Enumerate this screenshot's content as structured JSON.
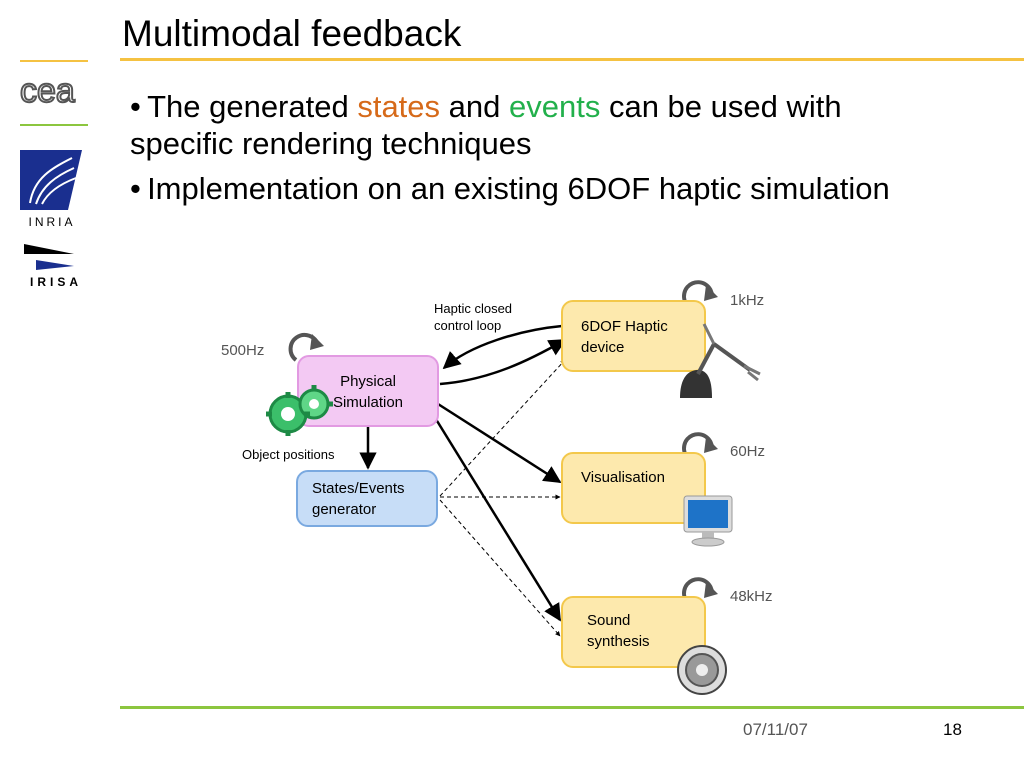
{
  "slide": {
    "title": "Multimodal feedback",
    "bullet1": {
      "prefix": "The generated ",
      "states": "states",
      "middle": " and ",
      "events": "events",
      "suffix": " can be used with specific rendering techniques"
    },
    "bullet2": "Implementation on an existing 6DOF haptic simulation",
    "date": "07/11/07",
    "page": "18"
  },
  "logos": {
    "cea": "cea",
    "inria": "INRIA",
    "irisa": "IRISA"
  },
  "diagram": {
    "physical_simulation": "Physical Simulation",
    "states_events_generator": "States/Events generator",
    "haptic_device": "6DOF Haptic device",
    "visualisation": "Visualisation",
    "sound_synthesis": "Sound synthesis",
    "rate_physical": "500Hz",
    "rate_haptic": "1kHz",
    "rate_visual": "60Hz",
    "rate_sound": "48kHz",
    "label_loop": "Haptic closed control loop",
    "label_positions": "Object positions"
  },
  "colors": {
    "title_rule": "#f5c242",
    "footer_rule": "#8cc63f",
    "states": "#d66a1a",
    "events": "#22b04b"
  }
}
